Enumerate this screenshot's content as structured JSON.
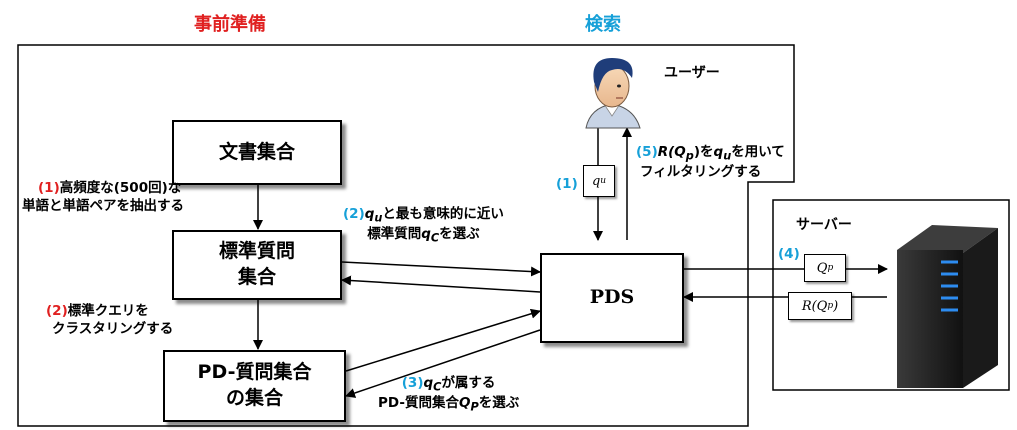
{
  "headers": {
    "preparation": "事前準備",
    "search": "検索"
  },
  "colors": {
    "preparation": "#e02020",
    "search": "#16a0d8"
  },
  "boxes": {
    "documents": "文書集合",
    "standard_line1": "標準質問",
    "standard_line2": "集合",
    "pd_line1": "PD-質問集合",
    "pd_line2": "の集合",
    "pds": "PDS"
  },
  "roles": {
    "user": "ユーザー",
    "server": "サーバー"
  },
  "steps": {
    "s1": {
      "num": "(1)",
      "text_l1": "高頻度な(500回)な",
      "text_l2": "単語と単語ペアを抽出する"
    },
    "s2a": {
      "num": "(2)",
      "text_l1a": "q",
      "text_l1a_sub": "u",
      "text_l1b": "と最も意味的に近い",
      "text_l2a": "標準質問",
      "text_l2b": "q",
      "text_l2b_sub": "C",
      "text_l2c": "を選ぶ"
    },
    "s2b": {
      "num": "(2)",
      "text_l1": "標準クエリを",
      "text_l2": "クラスタリングする"
    },
    "s3": {
      "num": "(3)",
      "text_l1a": "q",
      "text_l1a_sub": "C",
      "text_l1b": "が属する",
      "text_l2a": "PD-質問集合",
      "text_l2b": "Q",
      "text_l2b_sub": "P",
      "text_l2c": "を選ぶ"
    },
    "s1u": {
      "num": "(1)",
      "box": "q",
      "box_sub": "u"
    },
    "s4": {
      "num": "(4)",
      "box": "Q",
      "box_sub": "p"
    },
    "s5": {
      "num": "(5)",
      "text_l1a": "R(Q",
      "text_l1a_sub": "p",
      "text_l1b": ")を",
      "text_l1c": "q",
      "text_l1c_sub": "u",
      "text_l1d": "を用いて",
      "text_l2": "フィルタリングする"
    },
    "return_box": {
      "a": "R(Q",
      "sub": "p",
      "b": ")"
    }
  }
}
